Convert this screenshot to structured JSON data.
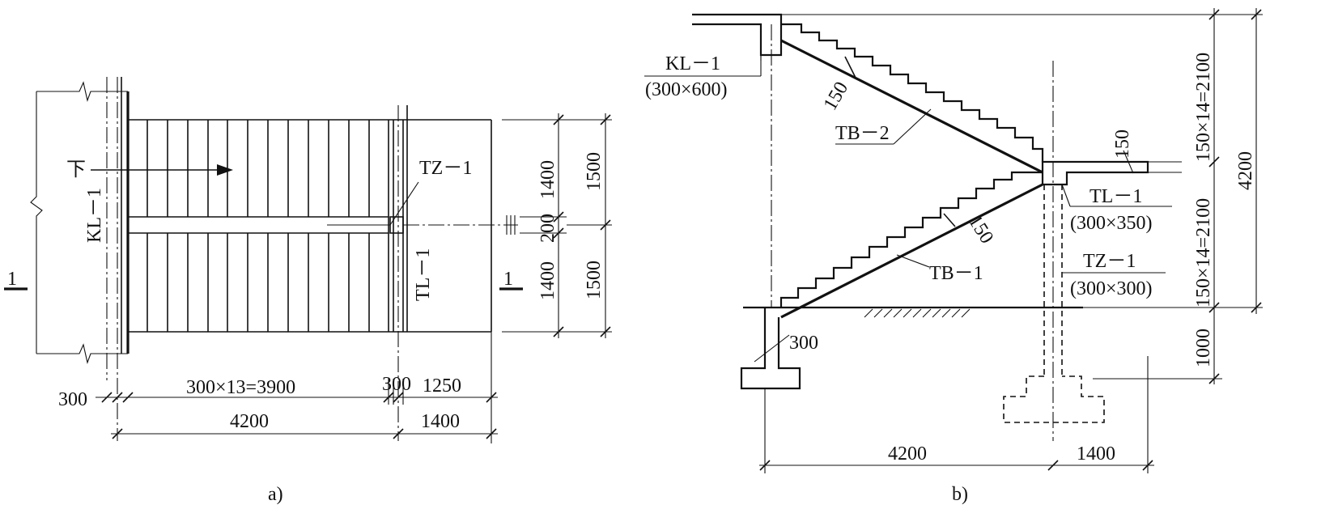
{
  "plan": {
    "caption": "a)",
    "direction_label": "下",
    "beam_label": "KL－1",
    "column_label": "TZ－1",
    "landing_beam_label": "TL－1",
    "section_mark_left": "1",
    "section_mark_right": "1",
    "dims": {
      "wall": "300",
      "treads": "300×13=3900",
      "beam_width": "300",
      "landing_clear": "1250",
      "total_run": "4200",
      "landing": "1400",
      "flight_width_top": "1400",
      "gap": "200",
      "flight_width_bottom": "1400",
      "half_top": "1500",
      "half_bottom": "1500"
    }
  },
  "section": {
    "caption": "b)",
    "kl_label": "KL－1",
    "kl_size": "(300×600)",
    "tb2_label": "TB－2",
    "tb1_label": "TB－1",
    "tl_label": "TL－1",
    "tl_size": "(300×350)",
    "tz_label": "TZ－1",
    "tz_size": "(300×300)",
    "dims": {
      "slab_top": "150",
      "slab_bottom": "150",
      "landing_thickness": "150",
      "footing": "300",
      "rise_top": "150×14=2100",
      "rise_bottom": "150×14=2100",
      "total_height": "4200",
      "foundation_depth": "1000",
      "run": "4200",
      "landing": "1400"
    }
  }
}
